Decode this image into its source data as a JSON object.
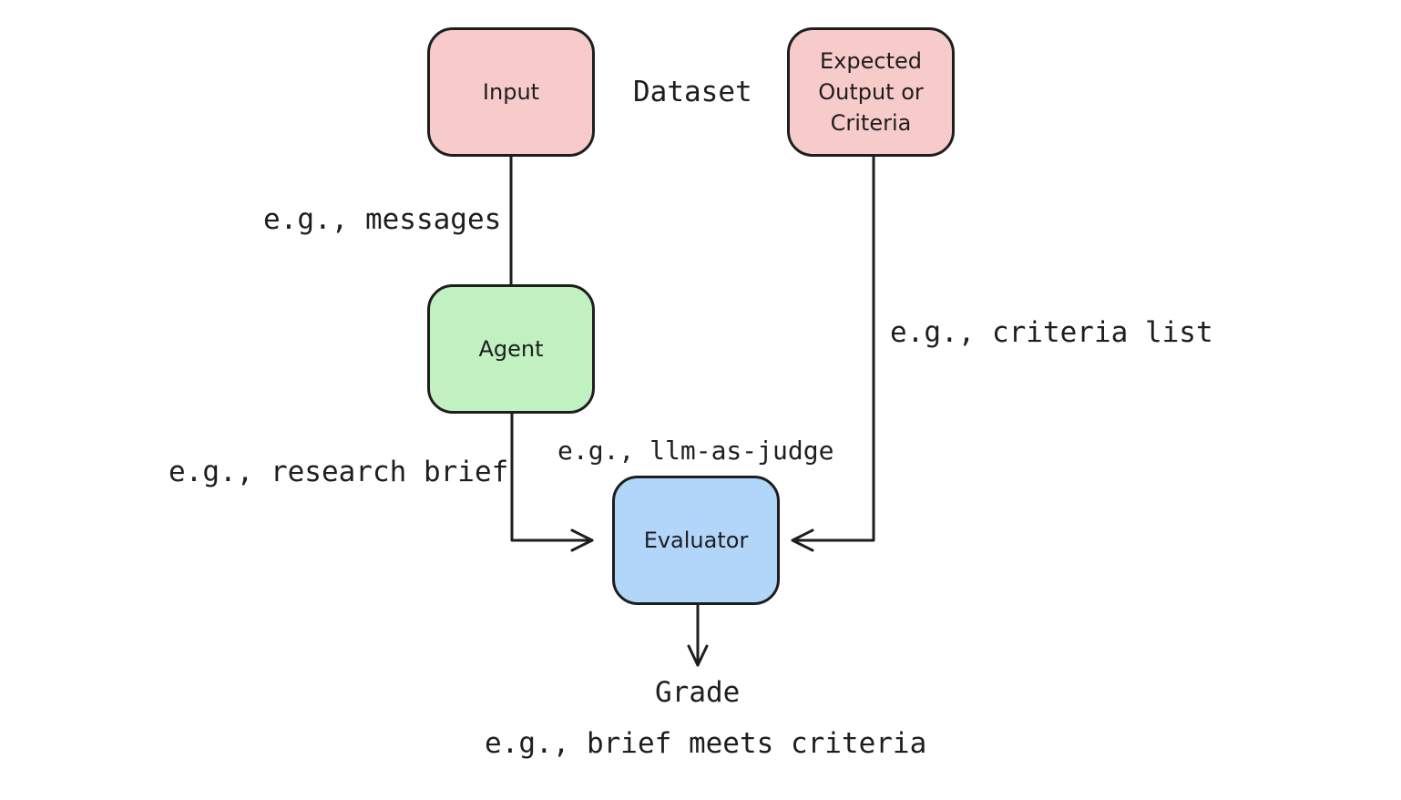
{
  "nodes": {
    "input": {
      "label": "Input",
      "fill": "#f8cbcb"
    },
    "expected": {
      "label": "Expected\nOutput or\nCriteria",
      "fill": "#f8cbcb"
    },
    "agent": {
      "label": "Agent",
      "fill": "#c1f0c1"
    },
    "evaluator": {
      "label": "Evaluator",
      "fill": "#b1d6fa"
    }
  },
  "labels": {
    "dataset": "Dataset",
    "messages": "e.g., messages",
    "criteria_list": "e.g., criteria list",
    "llm_as_judge": "e.g., llm-as-judge",
    "research_brief": "e.g., research brief",
    "grade": "Grade",
    "brief_meets": "e.g., brief meets criteria"
  },
  "edges": [
    {
      "from": "input",
      "to": "agent",
      "arrow": false
    },
    {
      "from": "agent",
      "to": "evaluator",
      "arrow": true
    },
    {
      "from": "expected",
      "to": "evaluator",
      "arrow": true
    },
    {
      "from": "evaluator",
      "to": "grade",
      "arrow": true
    }
  ],
  "colors": {
    "stroke": "#1e1e1e",
    "text": "#1e1e1e"
  }
}
